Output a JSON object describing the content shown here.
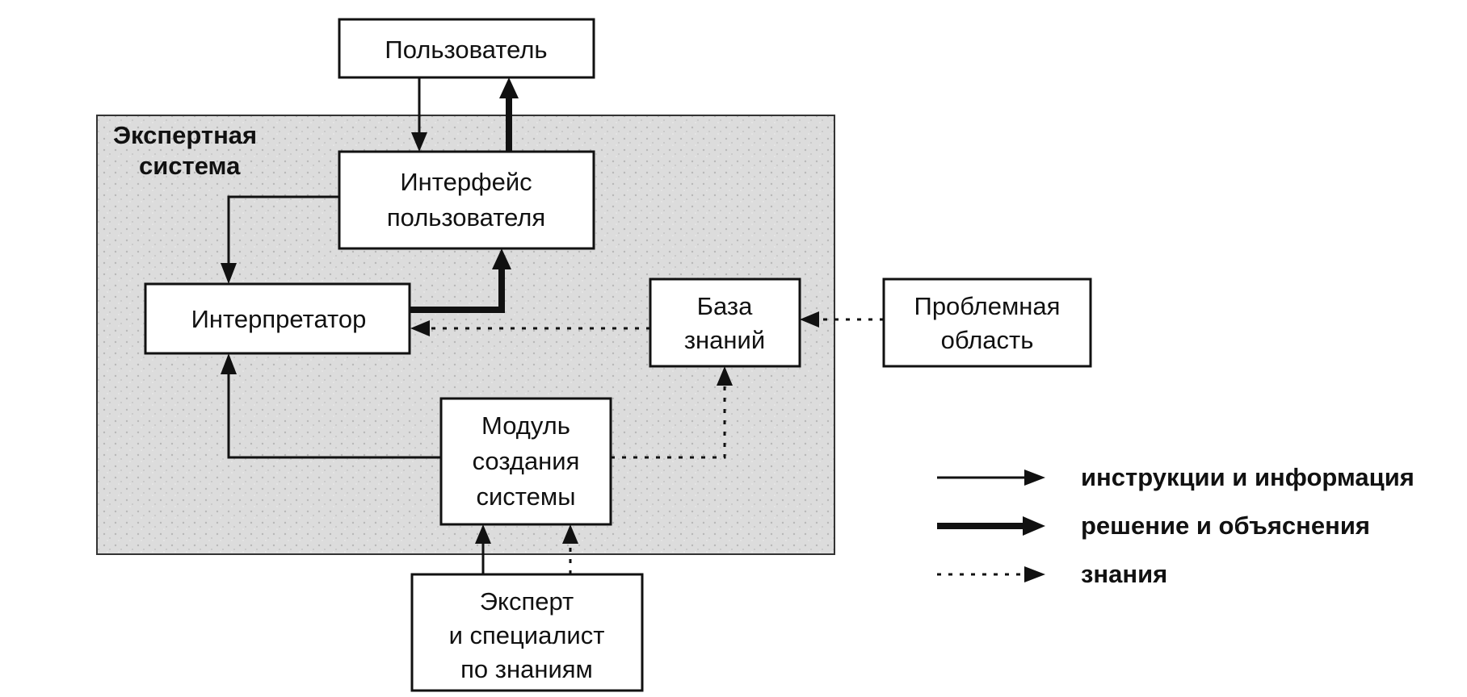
{
  "diagram": {
    "system_label": [
      "Экспертная",
      "система"
    ],
    "nodes": {
      "user": [
        "Пользователь"
      ],
      "user_interface": [
        "Интерфейс",
        "пользователя"
      ],
      "interpreter": [
        "Интерпретатор"
      ],
      "knowledge_base": [
        "База",
        "знаний"
      ],
      "problem_domain": [
        "Проблемная",
        "область"
      ],
      "builder_module": [
        "Модуль",
        "создания",
        "системы"
      ],
      "expert": [
        "Эксперт",
        "и специалист",
        "по знаниям"
      ]
    },
    "legend": {
      "instructions": "инструкции и информация",
      "solutions": "решение и объяснения",
      "knowledge": "знания"
    },
    "colors": {
      "line": "#111111",
      "system_fill": "#d9d9d9",
      "box_fill": "#ffffff"
    }
  }
}
